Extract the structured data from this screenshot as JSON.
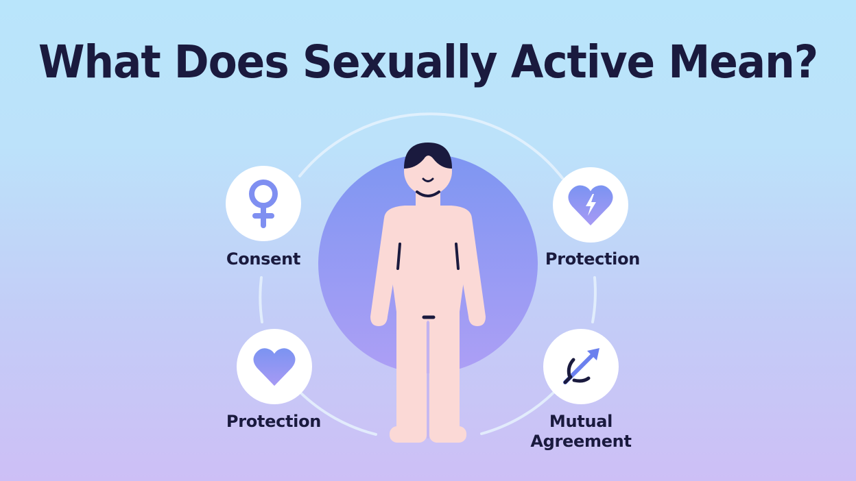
{
  "title": "What Does Sexually Active Mean?",
  "colors": {
    "background_top": "#b9e5fb",
    "background_bottom": "#cdbff6",
    "title_text": "#1a1a3e",
    "center_circle_top": "#7e96f2",
    "center_circle_bottom": "#ad9ff5",
    "figure_skin": "#fbd9d6",
    "figure_hair": "#1a1a3e",
    "icon_accent": "#7f8ff1",
    "node_background": "#ffffff",
    "ring": "#e6f2fd"
  },
  "figure": {
    "description": "neutral human figure standing in center",
    "icon": "person-figure"
  },
  "nodes": [
    {
      "id": "top-left",
      "label": "Consent",
      "icon": "female-symbol-icon"
    },
    {
      "id": "top-right",
      "label": "Protection",
      "icon": "heart-lightning-icon"
    },
    {
      "id": "bottom-left",
      "label": "Protection",
      "icon": "heart-icon"
    },
    {
      "id": "bottom-right",
      "label_line1": "Mutual",
      "label_line2": "Agreement",
      "icon": "bidirectional-arrow-icon"
    }
  ]
}
